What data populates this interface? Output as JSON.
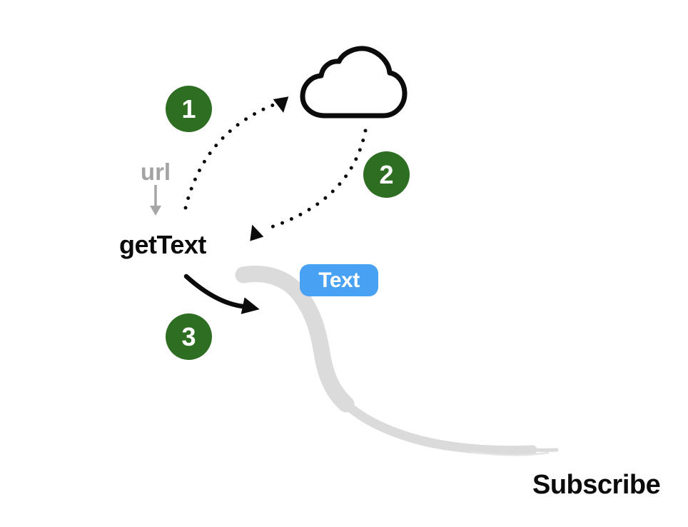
{
  "page": {
    "background_color": "#FFFFFF"
  },
  "colors": {
    "step_circle_green": "#2E6E23",
    "value_badge_blue": "#49A1F3",
    "ink_black": "#0B0B0B",
    "muted_gray": "#A3A3A3",
    "stream_gray": "#DBDBDB",
    "white": "#FFFFFF"
  },
  "diagram": {
    "labels": {
      "input": "url",
      "function": "getText",
      "value": "Text",
      "subscriber": "Subscribe"
    },
    "steps": [
      {
        "number": "1"
      },
      {
        "number": "2"
      },
      {
        "number": "3"
      }
    ],
    "icons": [
      "cloud-icon",
      "url-input-arrow-icon",
      "request-dotted-arrow-icon",
      "response-dotted-arrow-icon",
      "emit-curved-arrow-icon",
      "stream-swoosh"
    ]
  }
}
